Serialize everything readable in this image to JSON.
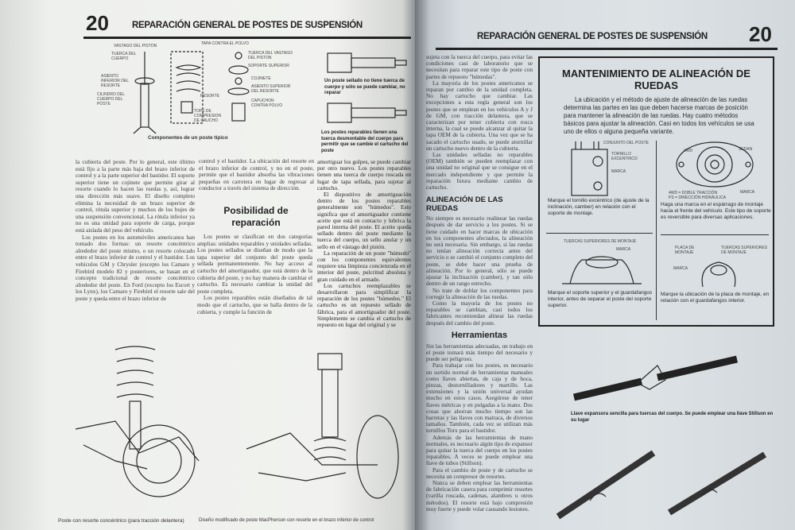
{
  "left_page": {
    "page_number": "20",
    "title": "REPARACIÓN GENERAL DE POSTES DE SUSPENSIÓN",
    "figure_labels": [
      "VASTAGO DEL PISTON",
      "TUERCA DEL CUERPO",
      "ASIENTO INFERIOR DEL RESORTE",
      "CILINDRO DEL CUERPO DEL POSTE",
      "RESORTE",
      "TOPE DE COMPRESION DE CAUCHO",
      "TAPA CONTRA EL POLVO",
      "TUERCA DEL VASTAGO DEL PISTON",
      "SOPORTE SUPERIOR",
      "COJINETE",
      "ASIENTO SUPERIOR DEL RESORTE",
      "CAPUCHON CONTRA POLVO"
    ],
    "figure_caption": "Componentes de un poste típico",
    "sealed_caption": "Un poste sellado no tiene tuerca de cuerpo y sólo se puede cambiar, no reparar",
    "repairable_caption": "Los postes reparables tienen una tuerca desmontable del cuerpo para permitir que se cambie el cartucho del poste",
    "col1": [
      "la cubierta del poste. Por lo general, este último está fijo a la parte más baja del brazo inferior de control y a la parte superior del bastidor. El soporte superior tiene un cojinete que permite girar al resorte cuando lo hacen las ruedas y, así, lograr una dirección más suave. El diseño completo elimina la necesidad de un brazo superior de control, rótula superior y muchos de los bujes de una suspensión convencional. La rótula inferior ya no es una unidad para soporte de carga, porque está aislada del peso del vehículo.",
      "Los postes en los automóviles americanos han tomado dos formas: un resorte concéntrico alrededor del poste mismo, o un resorte colocado entre el brazo inferior de control y el bastidor. Los vehículos GM y Chrysler (excepto los Camaro y Firebird modelo 82 y posteriores, se basan en el concepto tradicional de resorte concéntrico alrededor del poste. En Ford (excepto los Escort y los Lynx), los Camaro y Firebird el resorte sale del poste y queda entre el brazo inferior de"
    ],
    "col2a": "control y el bastidor. La ubicación del resorte en el brazo inferior de control, y no en el poste, permite que el bastidor absorba las vibraciones pequeñas en carretera en lugar de regresar al conductor a través del sistema de dirección.",
    "heading_repair": "Posibilidad de reparación",
    "col2b": [
      "Los postes se clasifican en dos categorías amplias: unidades reparables y unidades selladas. Los postes sellados se diseñan de modo que la tapa superior del conjunto del poste queda sellada permanentemente. No hay acceso al cartucho del amortiguador, que está dentro de la cubierta del poste, y no hay manera de cambiar el cartucho. Es necesario cambiar la unidad del poste completa.",
      "Los postes reparables están diseñados de tal modo que el cartucho, que se halla dentro de la cubierta, y cumple la función de"
    ],
    "col3": [
      "amortiguar los golpes, se puede cambiar por otro nuevo. Los postes reparables tienen una tuerca de cuerpo roscada en lugar de tapa sellada, para sujetar al cartucho.",
      "El dispositivo de amortiguación dentro de los postes reparables generalmente son \"húmedos\". Esto significa que el amortiguador contiene aceite que está en contacto y lubrica la pared interna del poste. El aceite queda sellado dentro del poste mediante la tuerca del cuerpo, un sello anular y un sello en el vástago del pistón.",
      "La reparación de un poste \"húmedo\" con los componentes equivalentes requiere una limpieza concienzuda en el interior del poste, pulcritud absoluta y gran cuidado en el armado.",
      "Los cartuchos reemplazables se desarrollaron para simplificar la reparación de los postes \"húmedos.\" El cartucho es un repuesto sellado de fábrica, para el amortiguador del poste. Simplemente se cambia el cartucho de repuesto en lugar del original y se"
    ],
    "bottom_caption_left": "Poste con resorte concéntrico (para tracción delantera)",
    "bottom_caption_right": "Diseño modificado de poste MacPherson con resorte en el brazo inferior de control"
  },
  "right_page": {
    "page_number": "20",
    "title": "REPARACIÓN GENERAL DE POSTES DE SUSPENSIÓN",
    "col1a": [
      "sujeta con la tuerca del cuerpo, para evitar las condiciones casi de laboratorio que se necesitan para reparar este tipo de poste con partes de repuesto \"húmedas\".",
      "La mayoría de los postes americanos se reparan por cambio de la unidad completa. No hay cartucho que cambiar. Las excepciones a esta regla general son los postes que se emplean en los vehículos A y J de GM, con tracción delantera, que se caracterizan por tener cubierta con rosca interna, la cual se puede alcanzar al quitar la tapa OEM de la cubierta. Una vez que se ha sacado el cartucho usado, se puede atornillar un cartucho nuevo dentro de la cubierta.",
      "Las unidades selladas no reparables (OEM) también se pueden reemplazar con una unidad no original que se consigue en el mercado independiente y que permite la reparación futura mediante cambio de cartucho."
    ],
    "heading_alignment": "ALINEACIÓN DE LAS RUEDAS",
    "col1b": [
      "No siempre es necesario realinear las ruedas después de dar servicio a los postes. Si se tiene cuidado en hacer marcas de ubicación en los componentes afectados, la alineación no será necesaria. Sin embargo, si las ruedas no tenían alineación correcta antes del servicio o se cambió el conjunto completo del poste, se debe hacer una prueba de alineación. Por lo general, sólo se puede ajustar la inclinación (camber), y tan sólo dentro de un rango estrecho.",
      "No trate de doblar los componentes para corregir la alineación de las ruedas.",
      "Como la mayoría de los postes no reparables se cambian, casi todos los fabricantes recomiendan alinear las ruedas después del cambio del poste."
    ],
    "heading_tools": "Herramientas",
    "col1c": [
      "Sin las herramientas adecuadas, un trabajo en el poste tomará más tiempo del necesario y puede ser peligroso.",
      "Para trabajar con los postes, es necesario un surtido normal de herramientas manuales como llaves abiertas, de caja y de boca, pinzas, destornilladores y martillo. Las extensiones y la unión universal ayudan mucho en estos casos. Asegúrese de tener llaves métricas y en pulgadas a la mano. Dos cosas que ahorran mucho tiempo son las barretas y las llaves con matraca, de diversos tamaños. También, cada vez se utilizan más tornillos Torx para el bastidor.",
      "Además de las herramientas de mano normales, es necesario algún tipo de expansor para quitar la tuerca del cuerpo en los postes reparables. A veces se puede emplear una llave de tubos (Stillson).",
      "Para el cambio de poste y de cartucho se necesita un compresor de resortes.",
      "Nunca se deben emplear las herramientas de fabricación casera para comprimir resortes (varilla roscada, cadenas, alambres u otros métodos). El resorte está bajo compresión muy fuerte y puede volar causando lesiones."
    ],
    "box": {
      "title": "MANTENIMIENTO DE ALINEACIÓN DE RUEDAS",
      "intro": "La ubicación y el método de ajuste de alineación de las ruedas determina las partes en las que deben hacerse marcas de posición para mantener la alineación de las ruedas. Hay cuatro métodos básicos para ajustar la alineación. Casi en todos los vehículos se usa uno de ellos o alguna pequeña variante.",
      "panels": [
        {
          "labels": [
            "CONJUNTO DEL POSTE",
            "TORNILLO EXCENTRICO",
            "MARCA"
          ],
          "caption": "Marque el tornillo excéntrico (de ajuste de la inclinación, camber) en relación con el soporte de montaje."
        },
        {
          "labels": [
            "4WD",
            "SEDAN",
            "MARCA",
            "4WD = DOBLE TRACCIÓN",
            "PS = DIRECCIÓN HIDRÁULICA"
          ],
          "caption": "Haga una marca en el espárrago de montaje hacia el frente del vehículo. Este tipo de soporte es reversible para diversas aplicaciones."
        },
        {
          "labels": [
            "TUERCAS SUPERIORES DE MONTAJE",
            "MARCA"
          ],
          "caption": "Marque el soporte superior y el guardafangos interior, antes de separar el poste del soporte superior."
        },
        {
          "labels": [
            "PLACA DE MONTAJE",
            "TUERCAS SUPERIORES DE MONTAJE",
            "MARCA"
          ],
          "caption": "Marque la ubicación de la placa de montaje, en relación con el guardafangos interior."
        }
      ]
    },
    "tool_caption": "Llave expansora sencilla para tuercas del cuerpo. Se puede emplear una llave Stillson en su lugar"
  }
}
